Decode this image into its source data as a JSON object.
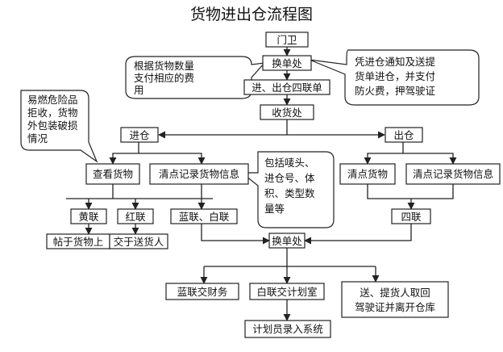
{
  "title": "货物进出仓流程图",
  "nodes": {
    "gate": "门卫",
    "exchange1": "换单处",
    "four_copy": "进、出仓四联单",
    "receiving": "收货处",
    "inbound": "进仓",
    "outbound": "出仓",
    "check_goods": "查看货物",
    "count_record_in": "清点记录货物信息",
    "count_goods_out": "清点货物",
    "count_record_out": "清点记录货物信息",
    "yellow_copy": "黄联",
    "red_copy": "红联",
    "blue_white_copy": "蓝联、白联",
    "fourth_copy": "四联",
    "post_on_goods": "帖于货物上",
    "give_deliverer": "交于送货人",
    "exchange2": "换单处",
    "blue_finance": "蓝联交财务",
    "white_planning": "白联交计划室",
    "planner_entry": "计划员录入系统"
  },
  "notes": {
    "payment": [
      "根据货物数量",
      "支付相应的费",
      "用"
    ],
    "entry_docs": [
      "凭进仓通知及送提",
      "货单进仓，并支付",
      "防火费，押驾驶证"
    ],
    "dangerous": [
      "易燃危险品",
      "拒收，货物",
      "外包装破损",
      "情况"
    ],
    "record_contents": [
      "包括唛头、",
      "进仓号、体",
      "积、类型数",
      "量等"
    ],
    "leave": [
      "送、提货人取回",
      "驾驶证并离开仓库"
    ]
  }
}
